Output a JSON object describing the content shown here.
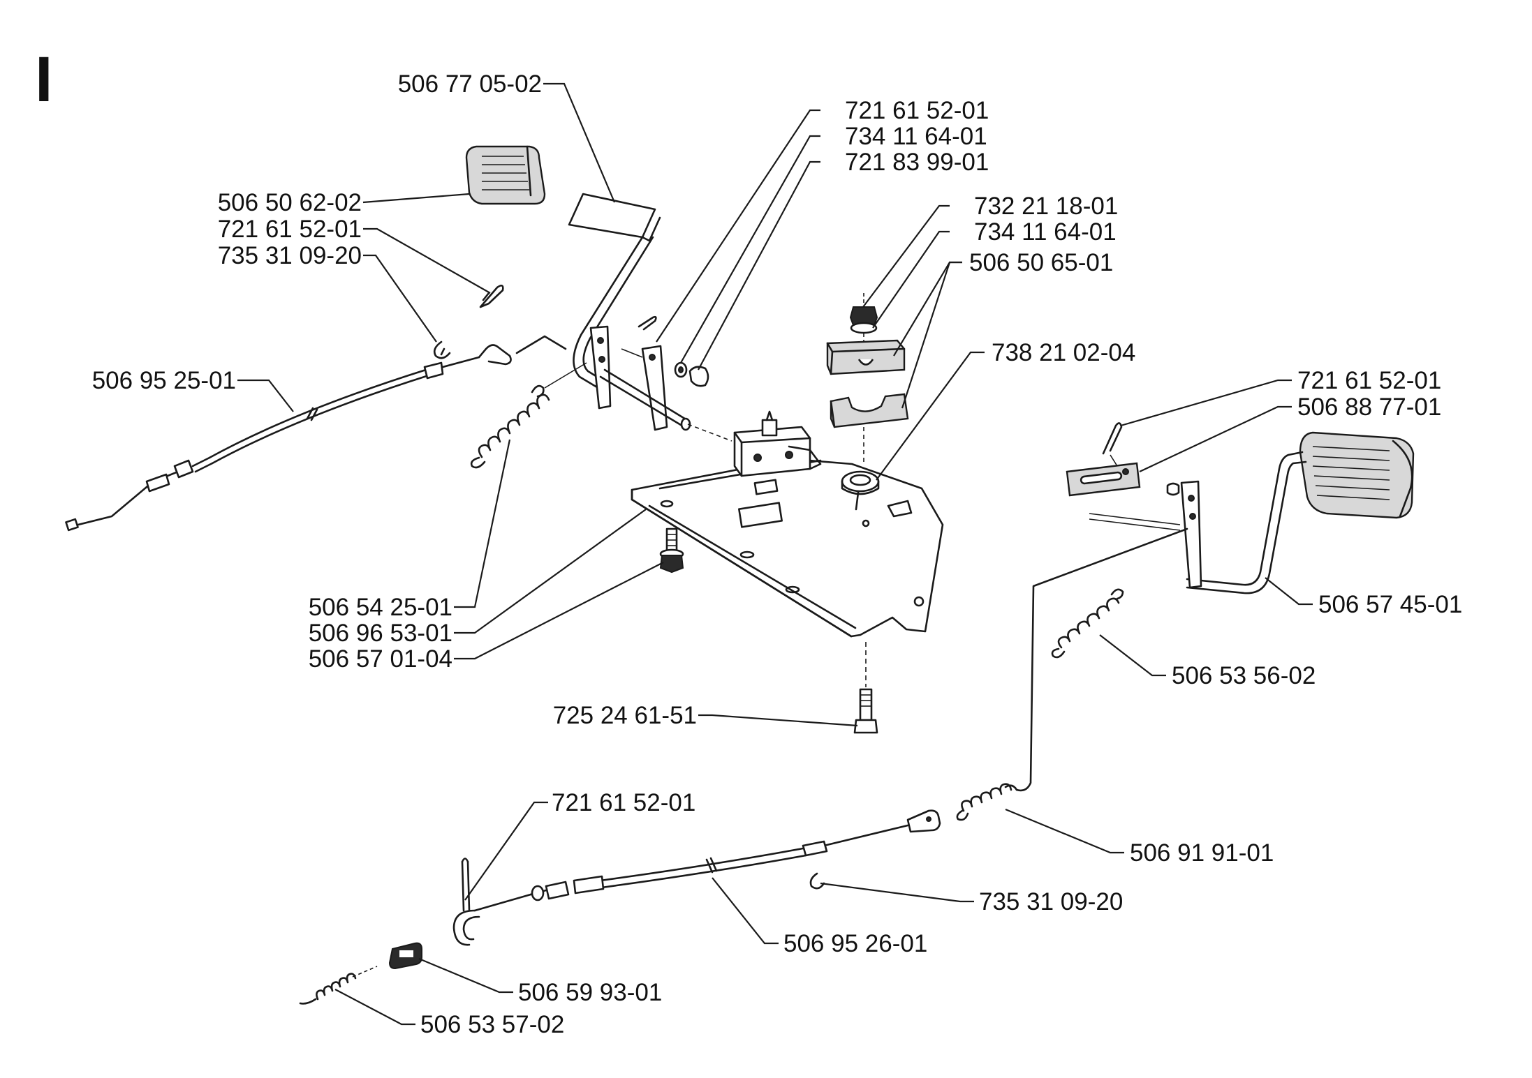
{
  "section_marker": "I",
  "colors": {
    "ink": "#1a1a1a",
    "background": "#ffffff",
    "rubber": "#d8d8d8"
  },
  "labels": [
    {
      "id": "pedal_arm_left",
      "text": "506 77 05-02"
    },
    {
      "id": "cotter_pin_top",
      "text": "721 61 52-01"
    },
    {
      "id": "washer_top",
      "text": "734 11 64-01"
    },
    {
      "id": "knob_pin",
      "text": "721 83 99-01"
    },
    {
      "id": "pedal_pad_left",
      "text": "506 50 62-02"
    },
    {
      "id": "cotter_pin_left",
      "text": "721 61 52-01"
    },
    {
      "id": "eclip_left",
      "text": "735 31 09-20"
    },
    {
      "id": "cable_upper",
      "text": "506 95 25-01"
    },
    {
      "id": "nut_block",
      "text": "732 21 18-01"
    },
    {
      "id": "washer_block",
      "text": "734 11 64-01"
    },
    {
      "id": "bearing_block",
      "text": "506 50 65-01"
    },
    {
      "id": "bushing",
      "text": "738 21 02-04"
    },
    {
      "id": "cotter_pin_right",
      "text": "721 61 52-01"
    },
    {
      "id": "link_plate",
      "text": "506 88 77-01"
    },
    {
      "id": "pedal_arm_right",
      "text": "506 57 45-01"
    },
    {
      "id": "spring_upper",
      "text": "506 54 25-01"
    },
    {
      "id": "base_plate",
      "text": "506 96 53-01"
    },
    {
      "id": "bolt_flange",
      "text": "506 57 01-04"
    },
    {
      "id": "spring_right",
      "text": "506 53 56-02"
    },
    {
      "id": "screw_bottom",
      "text": "725 24 61-51"
    },
    {
      "id": "cotter_pin_bottom",
      "text": "721 61 52-01"
    },
    {
      "id": "spring_cable",
      "text": "506 91 91-01"
    },
    {
      "id": "eclip_bottom",
      "text": "735 31 09-20"
    },
    {
      "id": "cable_lower",
      "text": "506 95 26-01"
    },
    {
      "id": "clamp",
      "text": "506 59 93-01"
    },
    {
      "id": "spring_small",
      "text": "506 53 57-02"
    }
  ]
}
